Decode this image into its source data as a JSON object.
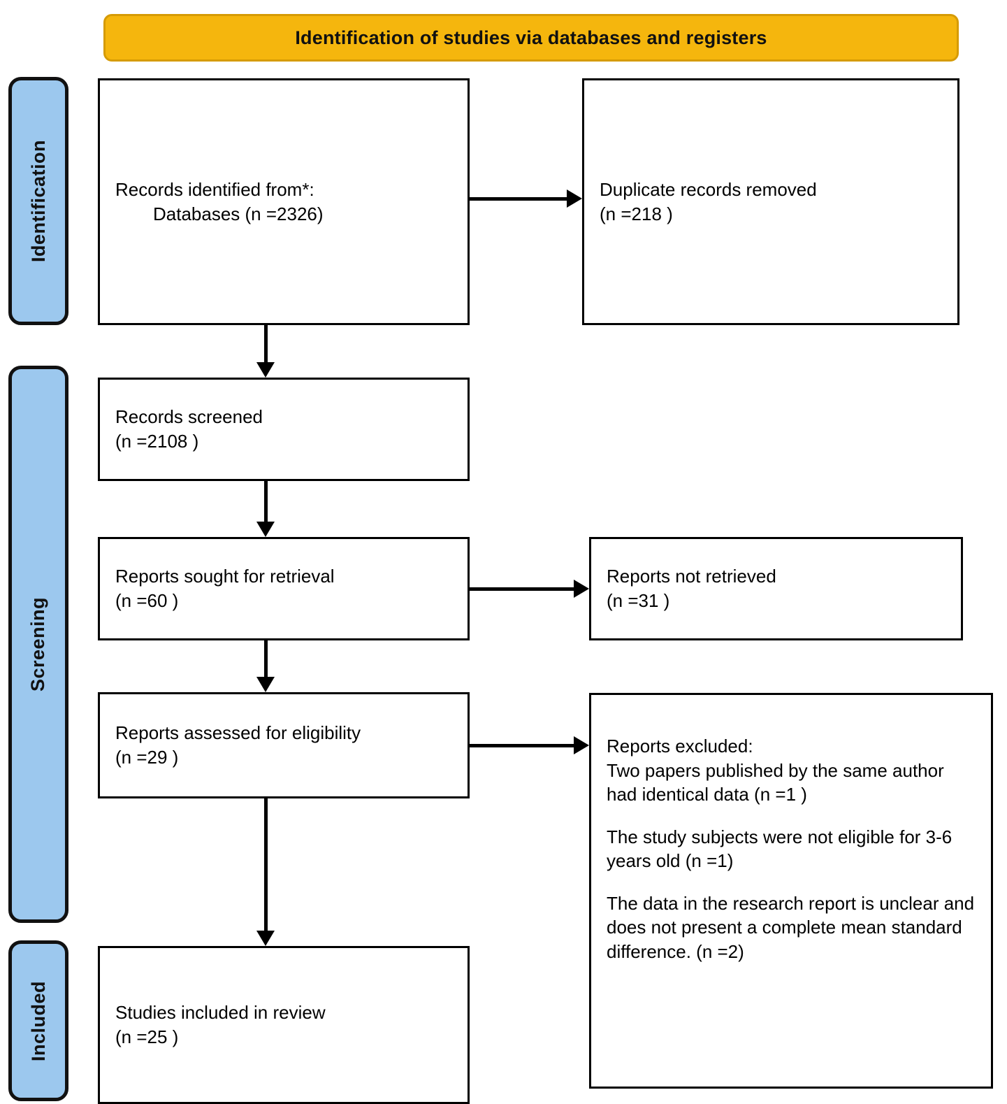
{
  "header": {
    "title": "Identification of studies via databases and registers",
    "bg_color": "#f5b60d"
  },
  "stages": [
    {
      "id": "identification",
      "label": "Identification",
      "color": "#9cc8ee"
    },
    {
      "id": "screening",
      "label": "Screening",
      "color": "#9cc8ee"
    },
    {
      "id": "included",
      "label": "Included",
      "color": "#9cc8ee"
    }
  ],
  "boxes": {
    "identified": {
      "line1": "Records identified from*:",
      "line2": "Databases (n =2326)"
    },
    "duplicates": {
      "line1": "Duplicate records removed",
      "line2": "(n =218 )"
    },
    "screened": {
      "line1": "Records screened",
      "line2": "(n =2108 )"
    },
    "sought": {
      "line1": "Reports sought for retrieval",
      "line2": "(n =60 )"
    },
    "not_retrieved": {
      "line1": "Reports not retrieved",
      "line2": "(n =31 )"
    },
    "assessed": {
      "line1": "Reports assessed for eligibility",
      "line2": "(n =29 )"
    },
    "excluded": {
      "heading": "Reports excluded:",
      "reason1": "Two papers published by the same author had identical data (n =1 )",
      "reason2": "The study subjects were not eligible for 3-6 years old (n =1)",
      "reason3": "The data in the research report is unclear and does not present a complete mean standard difference. (n =2)"
    },
    "included": {
      "line1": "Studies included in review",
      "line2": "(n =25 )"
    }
  },
  "arrows": [
    {
      "name": "identified-to-duplicates",
      "direction": "right"
    },
    {
      "name": "identified-to-screened",
      "direction": "down"
    },
    {
      "name": "screened-to-sought",
      "direction": "down"
    },
    {
      "name": "sought-to-notretrieved",
      "direction": "right"
    },
    {
      "name": "sought-to-assessed",
      "direction": "down"
    },
    {
      "name": "assessed-to-excluded",
      "direction": "right"
    },
    {
      "name": "assessed-to-included",
      "direction": "down"
    }
  ]
}
